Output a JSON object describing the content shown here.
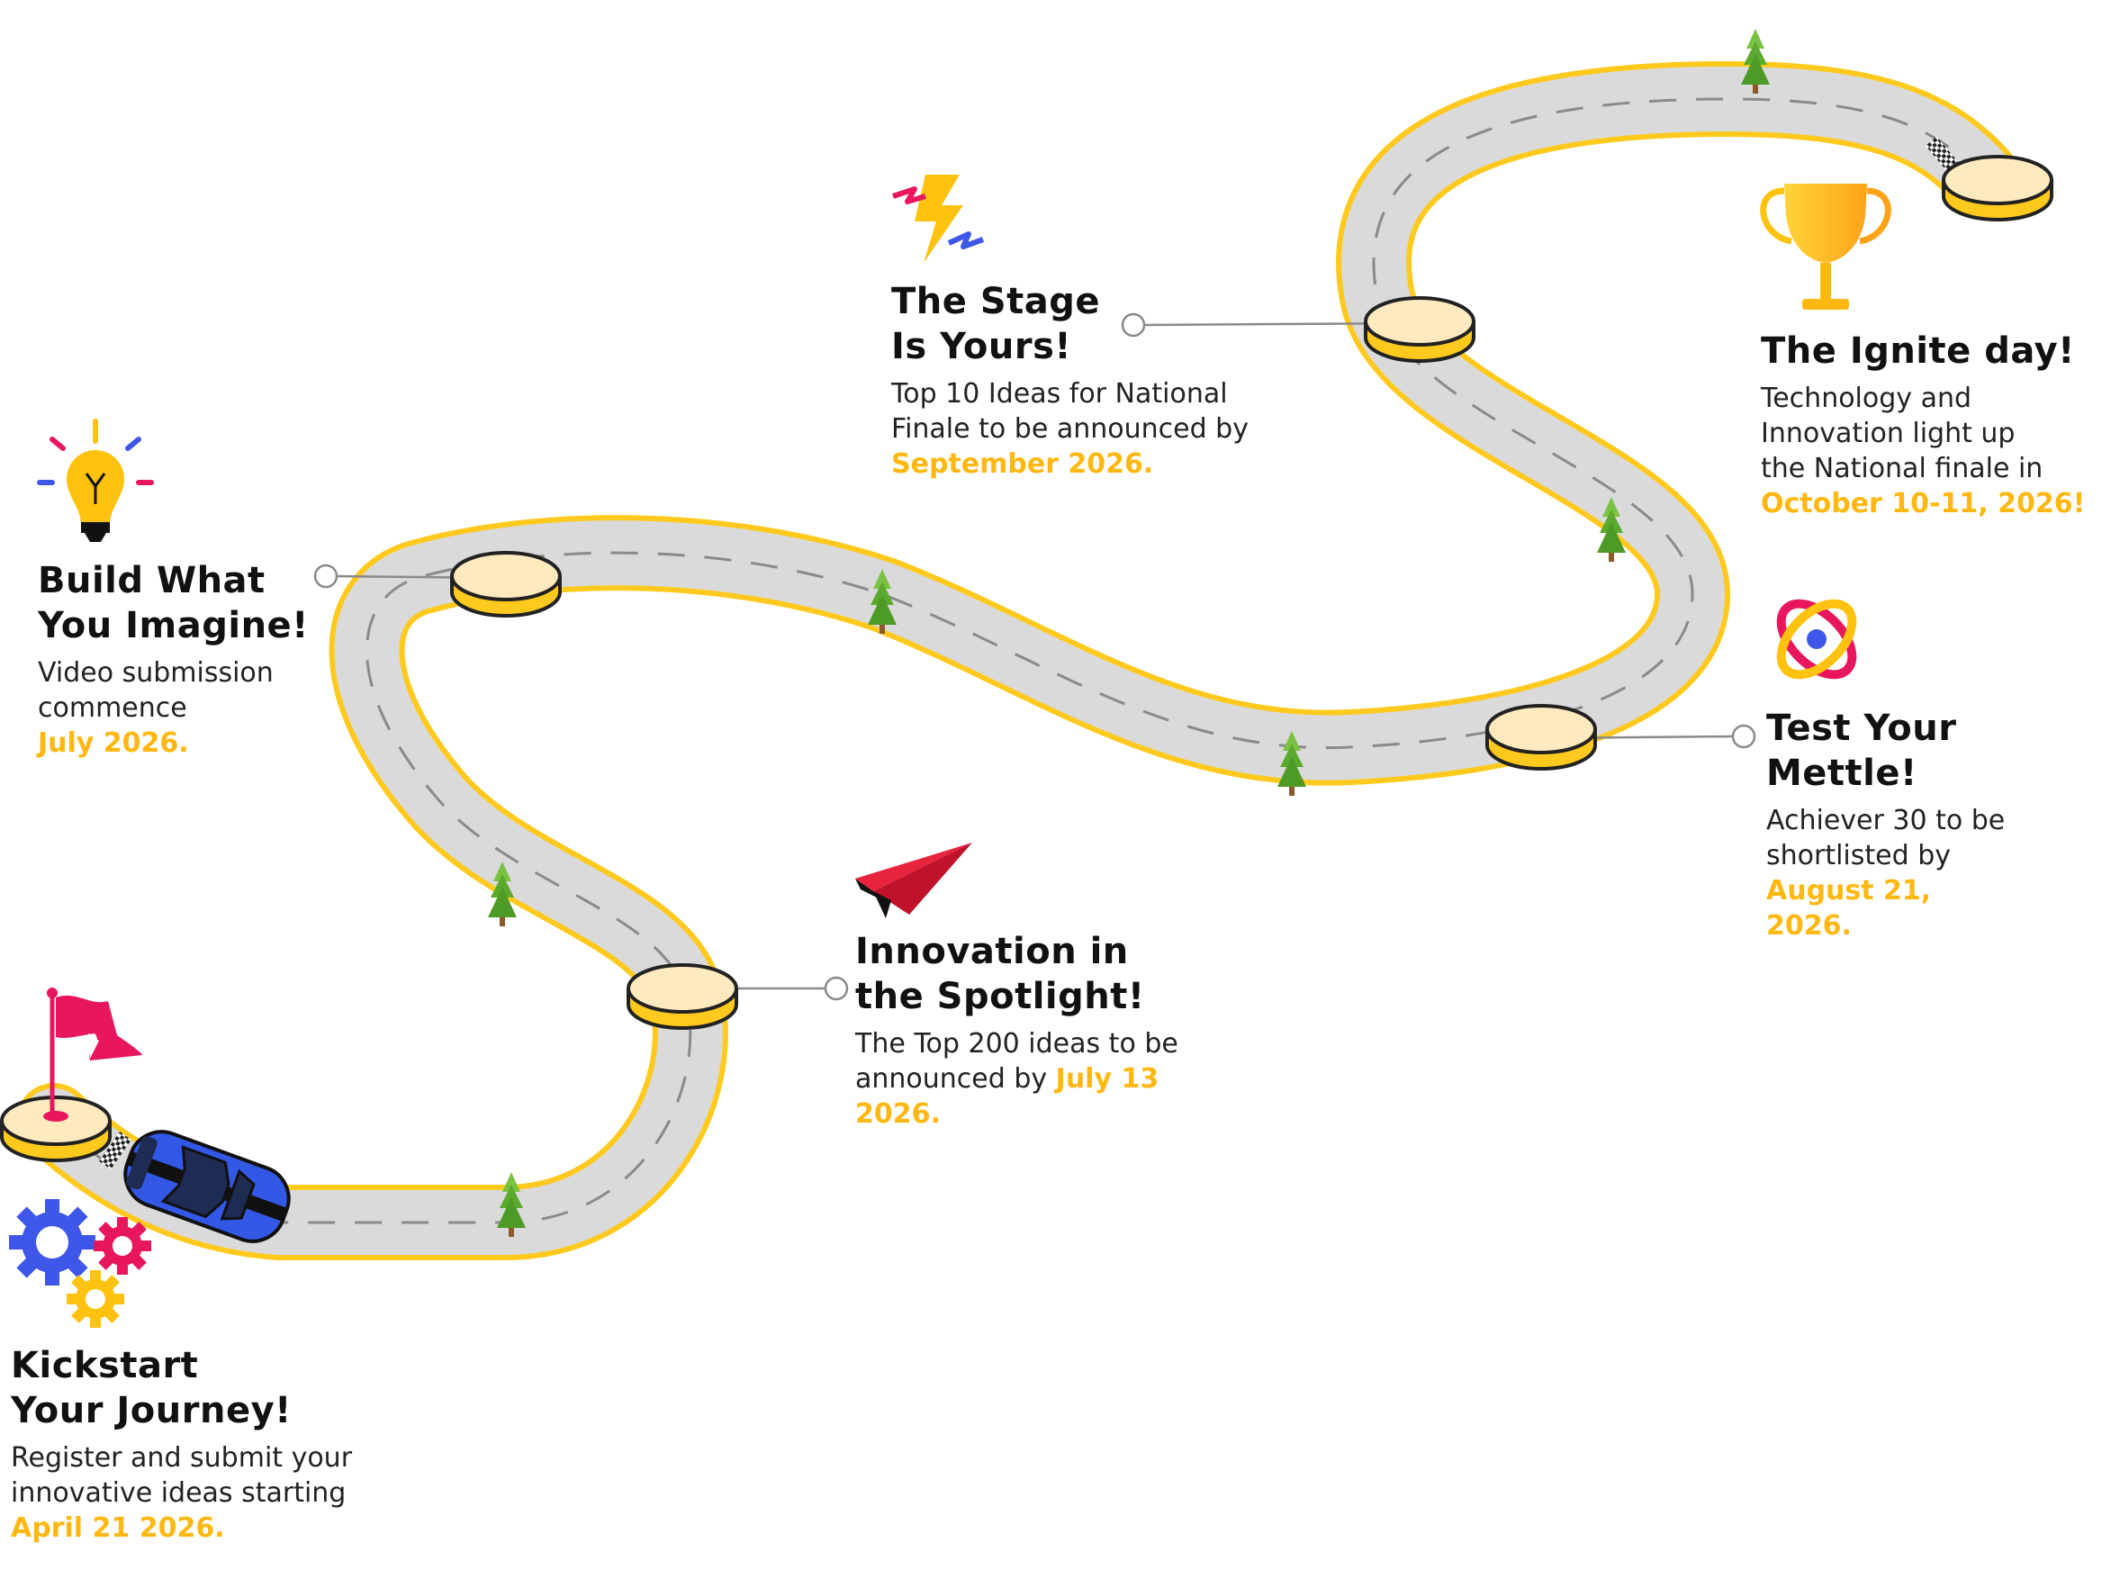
{
  "colors": {
    "road": "#DADADA",
    "road_edge": "#FFC91E",
    "dash": "#8A8A8A",
    "platform_top": "#FFE9BE",
    "platform_side": "#FFC91E",
    "date": "#FFB812",
    "connector": "#8A8A8A"
  },
  "milestones": [
    {
      "id": "kickstart",
      "title": "Kickstart\nYour Journey!",
      "desc": "Register and submit your\ninnovative ideas starting",
      "date": "April 21 2026.",
      "icon": "flag-icon"
    },
    {
      "id": "build",
      "title": "Build What\nYou Imagine!",
      "desc": "Video submission\ncommence",
      "date": "July 2026.",
      "icon": "lightbulb-icon"
    },
    {
      "id": "spotlight",
      "title": "Innovation in\nthe Spotlight!",
      "desc": "The Top 200 ideas to be\nannounced by ",
      "date": "July 13\n2026.",
      "icon": "paper-plane-icon"
    },
    {
      "id": "mettle",
      "title": "Test Your\nMettle!",
      "desc": "Achiever 30 to be\nshortlisted by",
      "date": "August 21,\n2026.",
      "icon": "atom-icon"
    },
    {
      "id": "stage",
      "title": "The Stage\nIs Yours!",
      "desc": "Top 10 Ideas for National\nFinale to be announced by",
      "date": "September 2026.",
      "icon": "lightning-icon"
    },
    {
      "id": "ignite",
      "title": "The Ignite day!",
      "desc": "Technology and\nInnovation light up\nthe National finale in",
      "date": "October 10-11, 2026!",
      "icon": "trophy-icon"
    }
  ]
}
